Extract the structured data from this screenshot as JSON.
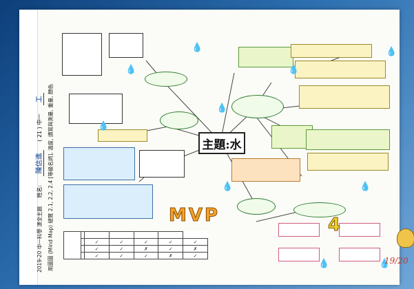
{
  "sidebar_header": "2019-20 中一科學 漂全主題",
  "student": {
    "name_label": "姓名:",
    "name": "陳信進",
    "class_label": "( 21 ) 中一",
    "class_value": "工"
  },
  "instructions": "用圖圖 (Mind Map) 總覽 2.1, 2.2, 2.4 [等級名詞], 溫度, 讀寫與測量, 重量, 顏色",
  "center_title": "主題:水",
  "mvp_text": "MVP",
  "score": "19/20"
}
